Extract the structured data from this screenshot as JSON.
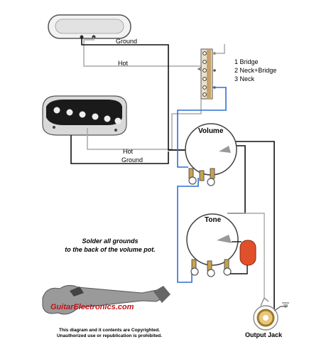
{
  "labels": {
    "ground_top": "Ground",
    "hot_top": "Hot",
    "hot_bottom": "Hot",
    "ground_bottom": "Ground",
    "switch_positions": [
      "1 Bridge",
      "2 Neck+Bridge",
      "3 Neck"
    ],
    "volume": "Volume",
    "tone": "Tone",
    "note_line1": "Solder all grounds",
    "note_line2": "to the back of the volume pot.",
    "logo": "GuitarElectronics.com",
    "copyright_line1": "This diagram and it contents are Copyrighted.",
    "copyright_line2": "Unauthorized use or republication is prohibited.",
    "output_jack": "Output Jack"
  },
  "colors": {
    "wire_black": "#111111",
    "wire_gray": "#a8a8a8",
    "wire_blue": "#2f6fd6",
    "pot_outline": "#444444",
    "capacitor": "#e0502a",
    "lug_brass": "#c9a24a",
    "logo_red": "#c0141a"
  }
}
